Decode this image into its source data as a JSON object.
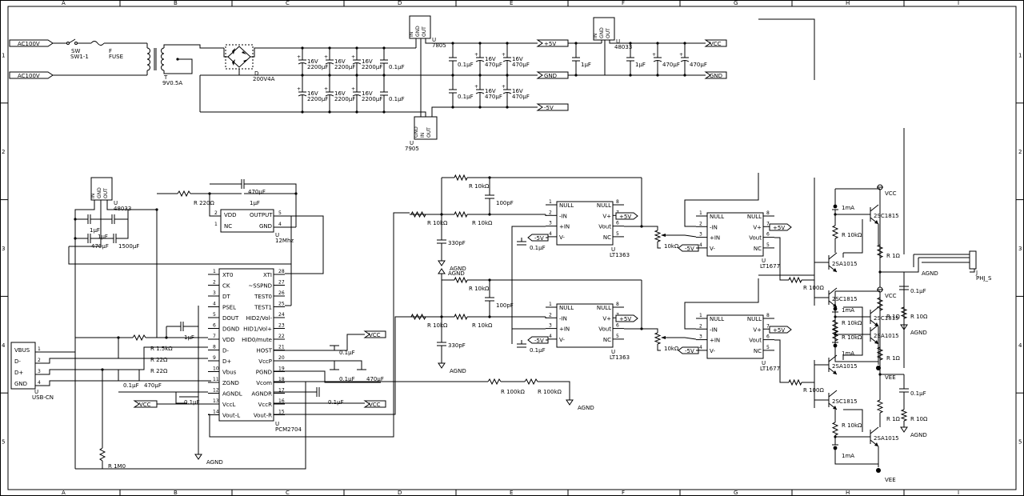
{
  "frame": {
    "columns": [
      "A",
      "B",
      "C",
      "D",
      "E",
      "F",
      "G",
      "H",
      "I"
    ],
    "rows": [
      "1",
      "2",
      "3",
      "4",
      "5"
    ]
  },
  "power": {
    "ac_in_1": "AC100V",
    "ac_in_2": "AC100V",
    "switch": {
      "ref": "SW",
      "value": "SW1-1"
    },
    "fuse": {
      "ref": "F",
      "value": "FUSE"
    },
    "transformer": {
      "ref": "T",
      "value": "9V0.5A"
    },
    "bridge": {
      "ref": "D",
      "value": "200V4A"
    },
    "caps_top": [
      {
        "v": "16V",
        "c": "2200μF"
      },
      {
        "v": "16V",
        "c": "2200μF"
      },
      {
        "v": "16V",
        "c": "2200μF"
      },
      {
        "v": "",
        "c": "0.1μF"
      }
    ],
    "caps_bot": [
      {
        "v": "16V",
        "c": "2200μF"
      },
      {
        "v": "16V",
        "c": "2200μF"
      },
      {
        "v": "16V",
        "c": "2200μF"
      },
      {
        "v": "",
        "c": "0.1μF"
      }
    ],
    "reg_7805": {
      "ref": "U",
      "value": "7805",
      "pins": [
        "IN",
        "GND",
        "OUT"
      ]
    },
    "reg_7905": {
      "ref": "U",
      "value": "7905",
      "pins": [
        "GND",
        "IN",
        "OUT"
      ]
    },
    "reg_48033": {
      "ref": "U",
      "value": "48033",
      "pins": [
        "IN",
        "GND",
        "OUT"
      ]
    },
    "post_caps_top": [
      {
        "v": "",
        "c": "0.1μF"
      },
      {
        "v": "16V",
        "c": "470μF"
      },
      {
        "v": "16V",
        "c": "470μF"
      }
    ],
    "post_caps_bot": [
      {
        "v": "",
        "c": "0.1μF"
      },
      {
        "v": "16V",
        "c": "470μF"
      },
      {
        "v": "16V",
        "c": "470μF"
      }
    ],
    "cap_1u": "1μF",
    "vcc_caps": [
      "1μF",
      "470μF",
      "470μF"
    ],
    "net_p5v": "+5V",
    "net_gnd": "GND",
    "net_m5v": "-5V",
    "net_vcc": "VCC",
    "net_gnd2": "GND"
  },
  "usb": {
    "ref": "U",
    "value": "USB-CN",
    "pins": [
      {
        "n": "1",
        "name": "VBUS"
      },
      {
        "n": "2",
        "name": "D-"
      },
      {
        "n": "3",
        "name": "D+"
      },
      {
        "n": "4",
        "name": "GND"
      }
    ]
  },
  "reg_usb": {
    "ref": "U",
    "value": "48033",
    "pins": [
      "IN",
      "GND",
      "OUT"
    ]
  },
  "usb_caps": [
    "1μF",
    "1μF",
    "470μF",
    "1500μF"
  ],
  "osc": {
    "ref": "U",
    "value": "12Mhz",
    "left": [
      {
        "n": "2",
        "name": "VDD"
      },
      {
        "n": "1",
        "name": "NC"
      }
    ],
    "right": [
      {
        "n": "5",
        "name": "OUTPUT"
      },
      {
        "n": "4",
        "name": "GND"
      }
    ],
    "resistor": "R 220Ω",
    "caps": [
      "470μF",
      "1μF"
    ]
  },
  "pcm": {
    "ref": "U",
    "value": "PCM2704",
    "left": [
      {
        "n": "1",
        "name": "XT0"
      },
      {
        "n": "2",
        "name": "CK"
      },
      {
        "n": "3",
        "name": "DT"
      },
      {
        "n": "4",
        "name": "PSEL"
      },
      {
        "n": "5",
        "name": "DOUT"
      },
      {
        "n": "6",
        "name": "DGND"
      },
      {
        "n": "7",
        "name": "VDD"
      },
      {
        "n": "8",
        "name": "D-"
      },
      {
        "n": "9",
        "name": "D+"
      },
      {
        "n": "10",
        "name": "Vbus"
      },
      {
        "n": "11",
        "name": "ZGND"
      },
      {
        "n": "12",
        "name": "AGNDL"
      },
      {
        "n": "13",
        "name": "VccL"
      },
      {
        "n": "14",
        "name": "Vout-L"
      }
    ],
    "right": [
      {
        "n": "28",
        "name": "XTI"
      },
      {
        "n": "27",
        "name": "~SSPND"
      },
      {
        "n": "26",
        "name": "TEST0"
      },
      {
        "n": "25",
        "name": "TEST1"
      },
      {
        "n": "24",
        "name": "HID2/Vol-"
      },
      {
        "n": "23",
        "name": "HID1/Vol+"
      },
      {
        "n": "22",
        "name": "HID0/mute"
      },
      {
        "n": "21",
        "name": "HOST"
      },
      {
        "n": "20",
        "name": "VccP"
      },
      {
        "n": "19",
        "name": "PGND"
      },
      {
        "n": "18",
        "name": "Vcom"
      },
      {
        "n": "17",
        "name": "AGNDR"
      },
      {
        "n": "16",
        "name": "VccR"
      },
      {
        "n": "15",
        "name": "Vout-R"
      }
    ]
  },
  "usb_parts": {
    "r15k": "R 1.5kΩ",
    "r22a": "R 22Ω",
    "r22b": "R 22Ω",
    "r1m": "R 1M0",
    "c_1u": "1μF",
    "c_01": "0.1μF",
    "c_470": "470μF",
    "c_01b": "0.1μF",
    "vcc1": "VCC",
    "vcc2": "VCC",
    "vcc3": "VCC",
    "agnd": "AGND",
    "c_p1": "0.1μF",
    "c_p2": "0.1μF",
    "c_p3": "470μF",
    "c_p4": "0.1μF",
    "r100a": "R 100kΩ",
    "r100b": "R 100kΩ",
    "agnd2": "AGND"
  },
  "amp": [
    {
      "r_in": "R 10kΩ",
      "r_fb": "R 10kΩ",
      "r_mid": "R 10kΩ",
      "c_fb": "100pF",
      "c_in": "330pF",
      "agnd": "AGND",
      "op": {
        "ref": "U",
        "value": "LT1363",
        "left": [
          {
            "n": "1",
            "name": "NULL"
          },
          {
            "n": "2",
            "name": "-IN"
          },
          {
            "n": "3",
            "name": "+IN"
          },
          {
            "n": "4",
            "name": "V-"
          }
        ],
        "right": [
          {
            "n": "8",
            "name": "NULL"
          },
          {
            "n": "7",
            "name": "V+"
          },
          {
            "n": "6",
            "name": "Vout"
          },
          {
            "n": "5",
            "name": "NC"
          }
        ]
      },
      "pos": "+5V",
      "neg": "-5V",
      "c_dec": "0.1μF",
      "pot": "10kΩ",
      "buf": {
        "ref": "U",
        "value": "LT1677",
        "left": [
          {
            "n": "1",
            "name": "NULL"
          },
          {
            "n": "2",
            "name": "-IN"
          },
          {
            "n": "3",
            "name": "+IN"
          },
          {
            "n": "4",
            "name": "V-"
          }
        ],
        "right": [
          {
            "n": "8",
            "name": "NULL"
          },
          {
            "n": "7",
            "name": "V+"
          },
          {
            "n": "6",
            "name": "Vout"
          },
          {
            "n": "5",
            "name": "NC"
          }
        ]
      },
      "pos2": "+5V",
      "neg2": "-5V",
      "r_base": "R 100Ω",
      "vcc": "VCC",
      "vee": "VEE",
      "ma_top": "1mA",
      "ma_bot": "1mA",
      "q1": "2SC1815",
      "q2": "2SA1015",
      "q3": "2SC1815",
      "q4": "2SA1015",
      "r10k_a": "R 10kΩ",
      "r10k_b": "R 10kΩ",
      "r1a": "R 1Ω",
      "r1b": "R 1Ω",
      "c_out": "0.1μF",
      "r_out": "R 10Ω",
      "agnd_out": "AGND"
    },
    {
      "r_in": "R 10kΩ",
      "r_fb": "R 10kΩ",
      "r_mid": "R 10kΩ",
      "c_fb": "100pF",
      "c_in": "330pF",
      "agnd": "AGND",
      "agnd_top": "AGND",
      "op": {
        "ref": "U",
        "value": "LT1363",
        "left": [
          {
            "n": "1",
            "name": "NULL"
          },
          {
            "n": "2",
            "name": "-IN"
          },
          {
            "n": "3",
            "name": "+IN"
          },
          {
            "n": "4",
            "name": "V-"
          }
        ],
        "right": [
          {
            "n": "8",
            "name": "NULL"
          },
          {
            "n": "7",
            "name": "V+"
          },
          {
            "n": "6",
            "name": "Vout"
          },
          {
            "n": "5",
            "name": "NC"
          }
        ]
      },
      "pos": "+5V",
      "neg": "-5V",
      "c_dec": "0.1μF",
      "pot": "10kΩ",
      "buf": {
        "ref": "U",
        "value": "LT1677",
        "left": [
          {
            "n": "1",
            "name": "NULL"
          },
          {
            "n": "2",
            "name": "-IN"
          },
          {
            "n": "3",
            "name": "+IN"
          },
          {
            "n": "4",
            "name": "V-"
          }
        ],
        "right": [
          {
            "n": "8",
            "name": "NULL"
          },
          {
            "n": "7",
            "name": "V+"
          },
          {
            "n": "6",
            "name": "Vout"
          },
          {
            "n": "5",
            "name": "NC"
          }
        ]
      },
      "pos2": "+5V",
      "neg2": "-5V",
      "r_base": "R 100Ω",
      "vcc": "VCC",
      "vee": "VEE",
      "ma_top": "1mA",
      "ma_bot": "1mA",
      "q1": "2SC1815",
      "q2": "2SA1015",
      "q3": "2SC1815",
      "q4": "2SA1015",
      "r10k_a": "R 10kΩ",
      "r10k_b": "R 10kΩ",
      "r1a": "R 1Ω",
      "r1b": "R 1Ω",
      "c_out": "0.1μF",
      "r_out": "R 10Ω",
      "agnd_out": "AGND"
    }
  ],
  "jack": {
    "ref": "J",
    "value": "PHJ_S",
    "agnd": "AGND"
  }
}
